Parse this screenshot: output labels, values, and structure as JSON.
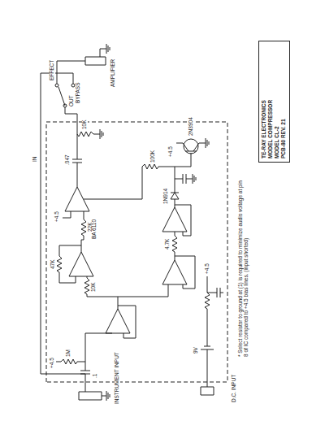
{
  "diagram": {
    "nodes": [
      {
        "text": [
          "TE-RAY ELECTRONICS",
          "MODEL COMPRESSOR",
          "MODEL CL-2",
          "PCB-80 REV. 21"
        ]
      }
    ],
    "labels": [
      "INSTRUMENT INPUT",
      "D.C. INPUT",
      "9V",
      "+4.5",
      "1M",
      ".1",
      "10K",
      "47K",
      "22K",
      "BA 6110",
      "+4.5",
      ".047",
      "10K",
      "OUT",
      "IN",
      "EFFECT",
      "BYPASS",
      "AMPLIFIER",
      "4.7K",
      "1N914",
      "100K",
      "+4.5",
      "2N3904",
      "+4.5",
      "* Select resistor to ground at (1) is required to minimize audio voltage at pin 8 of IC compared to +4.5 bias lines. (input shorted)"
    ]
  }
}
